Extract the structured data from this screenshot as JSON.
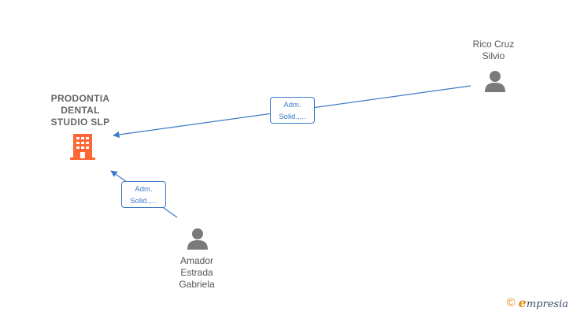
{
  "nodes": {
    "company": {
      "name_lines": [
        "PRODONTIA",
        "DENTAL",
        "STUDIO  SLP"
      ],
      "icon": "building-icon",
      "color": "#ff6633"
    },
    "person_rico": {
      "name_lines": [
        "Rico Cruz",
        "Silvio"
      ],
      "icon": "person-icon"
    },
    "person_amador": {
      "name_lines": [
        "Amador",
        "Estrada",
        "Gabriela"
      ],
      "icon": "person-icon"
    }
  },
  "edges": [
    {
      "from": "person_rico",
      "to": "company",
      "label_lines": [
        "Adm.",
        "Solid.,..."
      ]
    },
    {
      "from": "person_amador",
      "to": "company",
      "label_lines": [
        "Adm.",
        "Solid.,..."
      ]
    }
  ],
  "colors": {
    "edge": "#3d7ac9",
    "person_icon": "#7a7a7a",
    "company_icon": "#ff6633"
  },
  "watermark": {
    "symbol": "©",
    "brand_initial": "e",
    "brand_rest": "mpresia"
  }
}
